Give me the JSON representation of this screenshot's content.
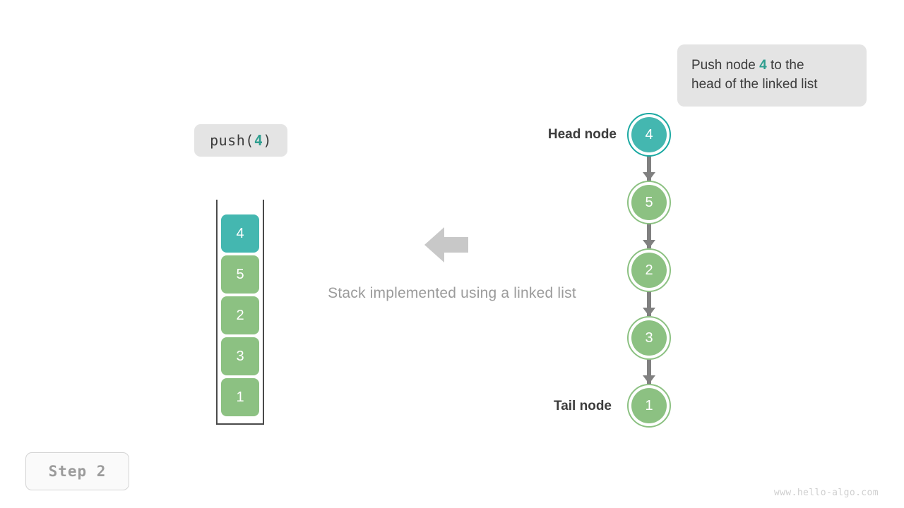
{
  "annotation": {
    "prefix": "Push node ",
    "value": "4",
    "suffix": " to the",
    "line2": "head of the linked list"
  },
  "operation": {
    "name": "push(",
    "value": "4",
    "close": ")"
  },
  "caption": "Stack implemented using a linked list",
  "stack": {
    "cells": [
      {
        "value": "4",
        "highlight": true
      },
      {
        "value": "5",
        "highlight": false
      },
      {
        "value": "2",
        "highlight": false
      },
      {
        "value": "3",
        "highlight": false
      },
      {
        "value": "1",
        "highlight": false
      }
    ]
  },
  "linked_list": {
    "head_label": "Head node",
    "tail_label": "Tail node",
    "nodes": [
      {
        "value": "4",
        "highlight": true
      },
      {
        "value": "5",
        "highlight": false
      },
      {
        "value": "2",
        "highlight": false
      },
      {
        "value": "3",
        "highlight": false
      },
      {
        "value": "1",
        "highlight": false
      }
    ]
  },
  "step_badge": "Step  2",
  "watermark": "www.hello-algo.com",
  "colors": {
    "highlight": "#44b7b0",
    "node": "#8cc182",
    "bubble_bg": "#e4e4e4",
    "accent_text": "#2f9e8f",
    "muted_text": "#9b9b9b",
    "arrow": "#c8c8c8",
    "link": "#808080"
  }
}
